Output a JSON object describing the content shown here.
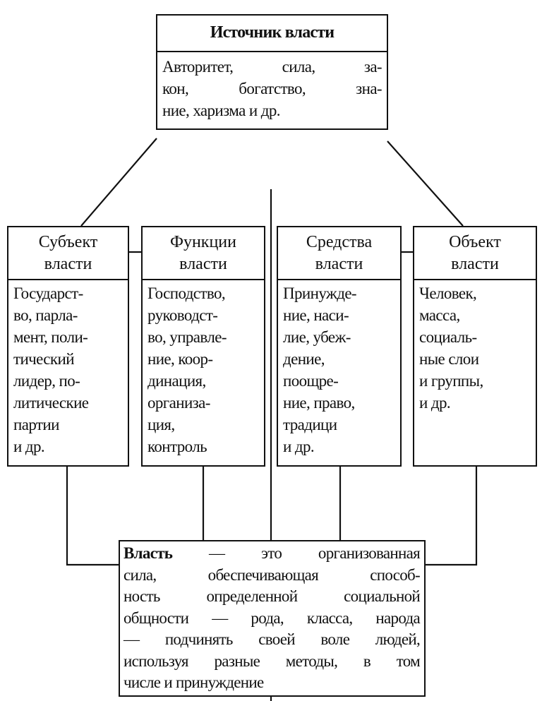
{
  "source": {
    "title": "Источник власти",
    "lines": [
      "Авторитет, сила, за-",
      "кон, богатство, зна-",
      "ние, харизма и др."
    ]
  },
  "boxes": [
    {
      "title": [
        "Субъект",
        "власти"
      ],
      "lines": [
        "Государст-",
        "во, парла-",
        "мент, поли-",
        "тический",
        "лидер, по-",
        "литические",
        "партии",
        "и др."
      ]
    },
    {
      "title": [
        "Функции",
        "власти"
      ],
      "lines": [
        "Господство,",
        "руководст-",
        "во, управле-",
        "ние, коор-",
        "динация,",
        "организа-",
        "ция,",
        "контроль"
      ]
    },
    {
      "title": [
        "Средства",
        "власти"
      ],
      "lines": [
        "Принужде-",
        "ние, наси-",
        "лие, убеж-",
        "дение,",
        "поощре-",
        "ние, право,",
        "традици",
        "и др."
      ]
    },
    {
      "title": [
        "Объект",
        "власти"
      ],
      "lines": [
        "Человек,",
        "масса,",
        "социаль-",
        "ные слои",
        "и группы,",
        "и др."
      ]
    }
  ],
  "definition": {
    "term": "Власть",
    "first_line_rest": "— это организованная",
    "lines": [
      "сила, обеспечивающая способ-",
      "ность определенной социальной",
      "общности — рода, класса, народа",
      "— подчинять своей воле людей,",
      "используя разные методы, в том",
      "числе и принуждение"
    ]
  }
}
